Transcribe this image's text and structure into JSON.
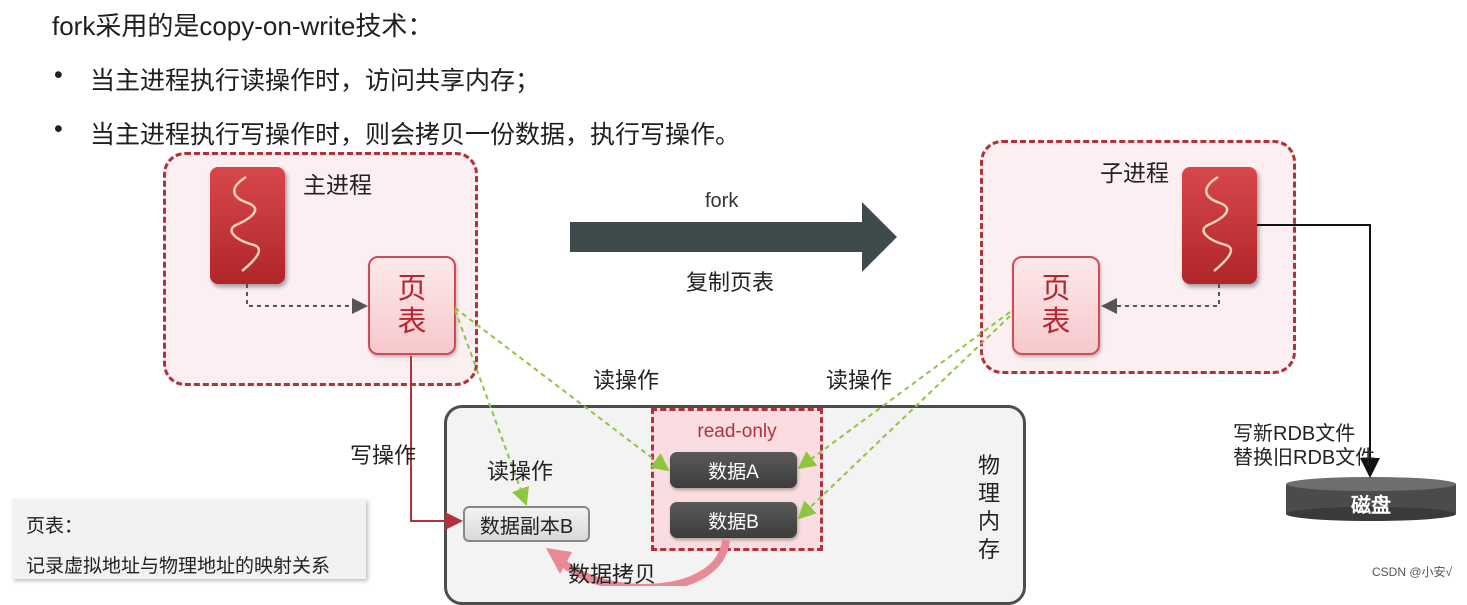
{
  "intro": "fork采用的是copy-on-write技术：",
  "bullets": [
    "当主进程执行读操作时，访问共享内存；",
    "当主进程执行写操作时，则会拷贝一份数据，执行写操作。"
  ],
  "bullet_symbol": "•",
  "main_process": {
    "title": "主进程",
    "page_table": [
      "页",
      "表"
    ]
  },
  "child_process": {
    "title": "子进程",
    "page_table": [
      "页",
      "表"
    ]
  },
  "fork_arrow": {
    "top_label": "fork",
    "bottom_label": "复制页表"
  },
  "ops": {
    "read_main": "读操作",
    "read_child": "读操作",
    "write": "写操作",
    "read_copy": "读操作",
    "data_copy": "数据拷贝"
  },
  "memory": {
    "label_chars": [
      "物",
      "理",
      "内",
      "存"
    ],
    "read_only_label": "read-only",
    "data_a": "数据A",
    "data_b": "数据B",
    "data_copy_b": "数据副本B"
  },
  "rdb": {
    "line1": "写新RDB文件",
    "line2": "替换旧RDB文件"
  },
  "disk": {
    "label": "磁盘"
  },
  "legend": {
    "title": "页表：",
    "body": "记录虚拟地址与物理地址的映射关系"
  },
  "watermark": "CSDN @小安√",
  "colors": {
    "accent_red": "#b4303a",
    "dashed_green": "#8dc63f",
    "dark_arrow": "#3e4a4b",
    "dark_gray": "#4d4d4d"
  }
}
